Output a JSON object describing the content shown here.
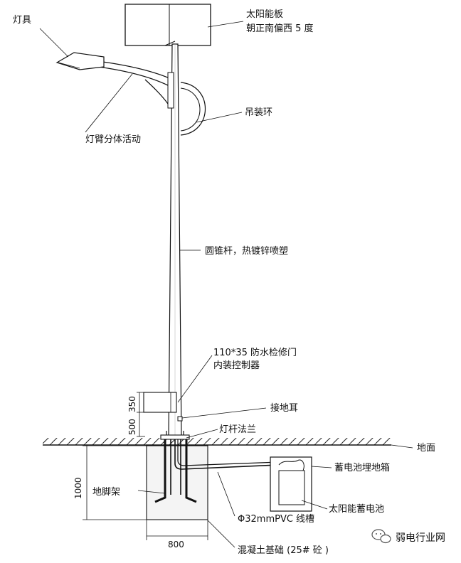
{
  "labels": {
    "lamp": "灯具",
    "solar_panel": "太阳能板",
    "panel_orientation": "朝正南偏西 5 度",
    "lifting_ring": "吊装环",
    "arm": "灯臂分体活动",
    "pole": "圆锥杆，热镀锌喷塑",
    "door_line1": "110*35 防水检修门",
    "door_line2": "内装控制器",
    "ground_lug": "接地耳",
    "flange": "灯杆法兰",
    "ground": "地面",
    "battery_box": "蓄电池埋地箱",
    "anchor": "地脚架",
    "solar_battery": "太阳能蓄电池",
    "pvc_conduit": "Φ32mmPVC 线槽",
    "foundation": "混凝土基础 (25# 砼 )"
  },
  "dimensions": {
    "door_height": "350",
    "door_offset": "500",
    "foundation_depth": "1000",
    "foundation_width": "800"
  },
  "watermark": {
    "text": "弱电行业网",
    "icon": "wechat-icon"
  }
}
